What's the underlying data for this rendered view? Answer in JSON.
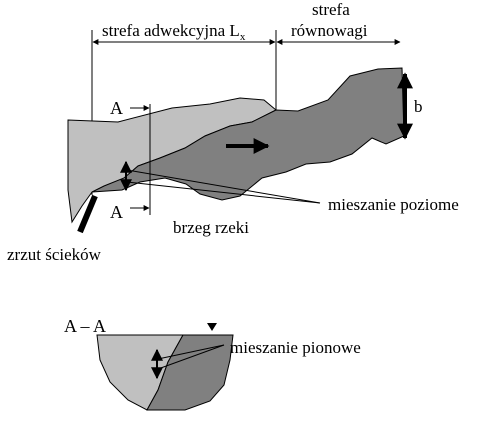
{
  "labels": {
    "advective_zone": "strefa adwekcyjna L",
    "advective_zone_sub": "x",
    "equilibrium_zone_line1": "strefa",
    "equilibrium_zone_line2": "równowagi",
    "section_marker": "A",
    "width_symbol": "b",
    "horizontal_mixing": "mieszanie poziome",
    "river_bank": "brzeg rzeki",
    "discharge": "zrzut ścieków",
    "cross_section_title": "A – A",
    "vertical_mixing": "mieszanie pionowe"
  },
  "colors": {
    "light_gray": "#c0c0c0",
    "dark_gray": "#808080",
    "stroke": "#000000"
  }
}
